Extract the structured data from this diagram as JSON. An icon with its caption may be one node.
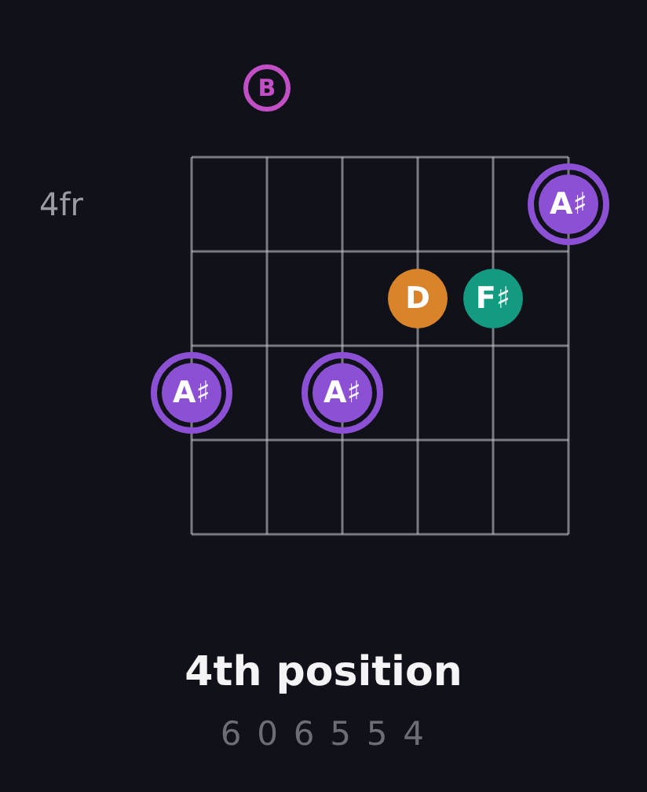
{
  "diagram": {
    "title": "4th position",
    "nodes": [
      {
        "text": [
          "B"
        ]
      },
      {
        "text": [
          "A♯"
        ]
      },
      {
        "text": [
          "D"
        ]
      },
      {
        "text": [
          "F♯"
        ]
      },
      {
        "text": [
          "A♯"
        ]
      },
      {
        "text": [
          "A♯"
        ]
      }
    ],
    "labels": [
      "4fr",
      "6 0 6 5 5 4"
    ]
  }
}
